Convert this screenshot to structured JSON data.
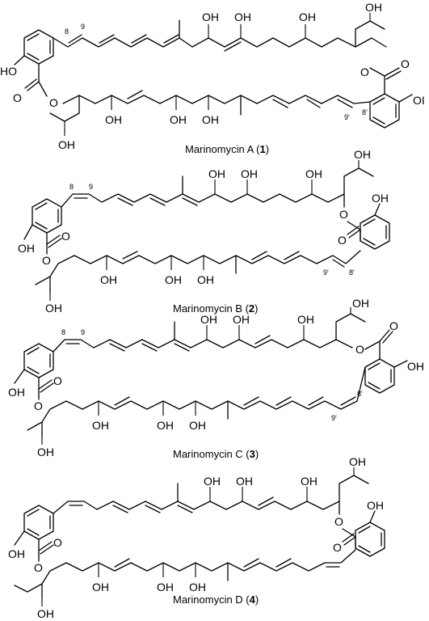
{
  "atom_labels": {
    "oh": "OH",
    "ho": "HO",
    "o": "O",
    "oi": "OI"
  },
  "locants": {
    "c8": "8",
    "c9": "9",
    "c8p": "8'",
    "c9p": "9'"
  },
  "compounds": [
    {
      "name": "Marinomycin A (",
      "number": "1",
      "close": ")"
    },
    {
      "name": "Marinomycin B (",
      "number": "2",
      "close": ")"
    },
    {
      "name": "Marinomycin C (",
      "number": "3",
      "close": ")"
    },
    {
      "name": "Marinomycin D (",
      "number": "4",
      "close": ")"
    }
  ]
}
